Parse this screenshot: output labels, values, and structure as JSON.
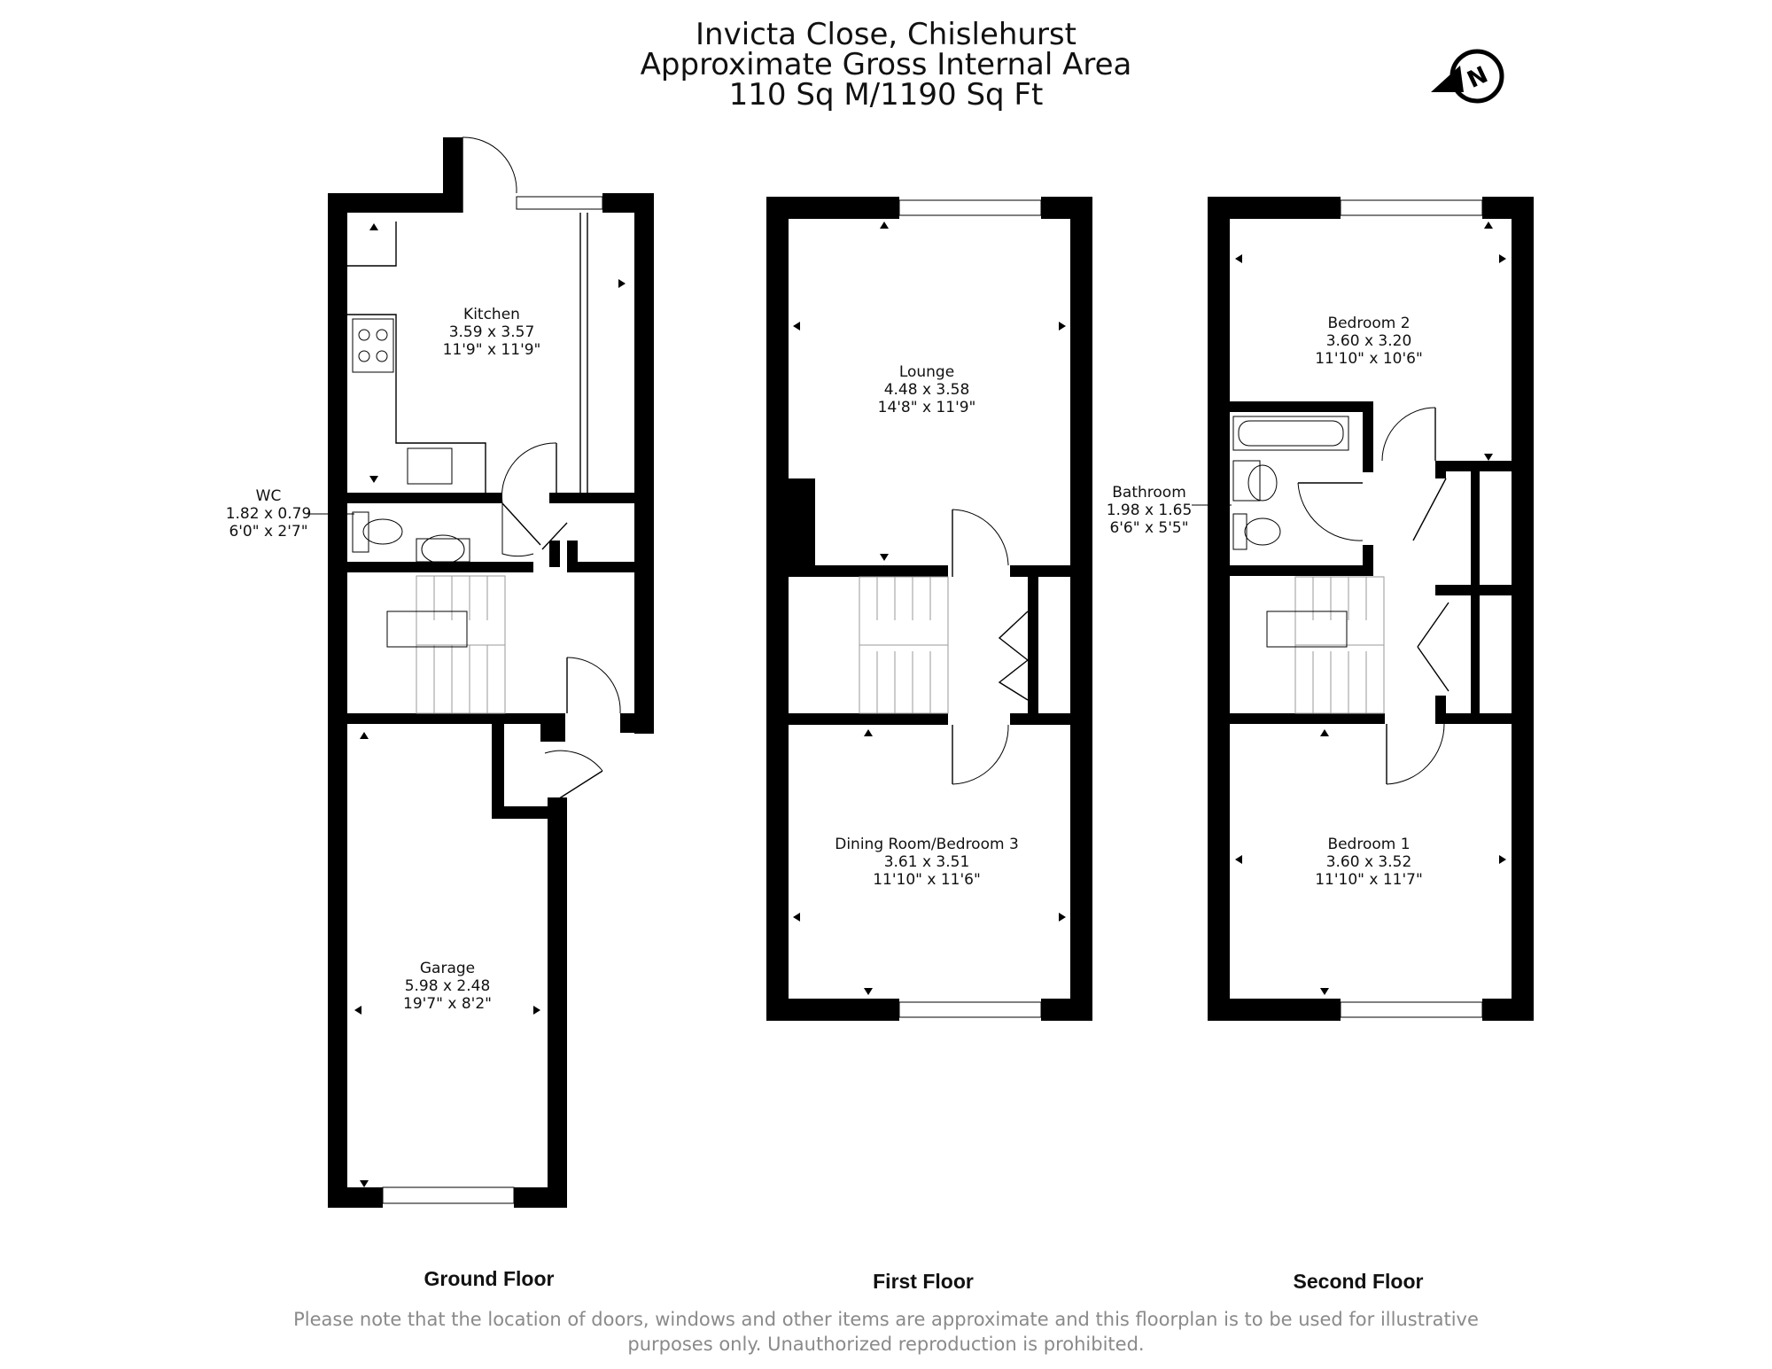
{
  "header": {
    "title": "Invicta Close, Chislehurst",
    "subtitle": "Approximate Gross Internal Area",
    "area": "110 Sq M/1190 Sq Ft"
  },
  "compass": {
    "letter": "N"
  },
  "floors": [
    {
      "label": "Ground Floor"
    },
    {
      "label": "First Floor"
    },
    {
      "label": "Second Floor"
    }
  ],
  "rooms": {
    "kitchen": {
      "name": "Kitchen",
      "metric": "3.59 x 3.57",
      "imperial": "11'9\" x 11'9\""
    },
    "wc": {
      "name": "WC",
      "metric": "1.82 x 0.79",
      "imperial": "6'0\" x 2'7\""
    },
    "garage": {
      "name": "Garage",
      "metric": "5.98 x 2.48",
      "imperial": "19'7\" x 8'2\""
    },
    "lounge": {
      "name": "Lounge",
      "metric": "4.48 x 3.58",
      "imperial": "14'8\" x 11'9\""
    },
    "dining": {
      "name": "Dining Room/Bedroom 3",
      "metric": "3.61 x 3.51",
      "imperial": "11'10\" x 11'6\""
    },
    "bedroom2": {
      "name": "Bedroom 2",
      "metric": "3.60 x 3.20",
      "imperial": "11'10\" x 10'6\""
    },
    "bathroom": {
      "name": "Bathroom",
      "metric": "1.98 x 1.65",
      "imperial": "6'6\" x 5'5\""
    },
    "bedroom1": {
      "name": "Bedroom 1",
      "metric": "3.60 x 3.52",
      "imperial": "11'10\" x 11'7\""
    }
  },
  "disclaimer": {
    "line1": "Please note that the location of doors, windows and other items are approximate and this floorplan is to be used for illustrative",
    "line2": "purposes only. Unauthorized reproduction is prohibited."
  }
}
